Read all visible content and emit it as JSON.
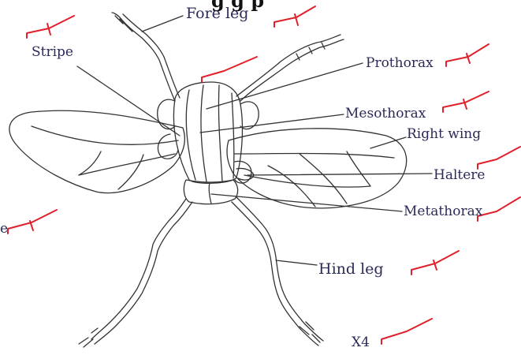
{
  "title_fragment": "g           g        p",
  "labels": {
    "fore_leg": "Fore leg",
    "stripe": "Stripe",
    "prothorax": "Prothorax",
    "mesothorax": "Mesothorax",
    "right_wing": "Right wing",
    "haltere": "Haltere",
    "metathorax": "Metathorax",
    "hind_leg": "Hind leg",
    "magnification": "X4",
    "left_edge_fragment": "e"
  },
  "colors": {
    "ink": "#2a2a5a",
    "tick": "#e0202a",
    "line": "#333333"
  }
}
